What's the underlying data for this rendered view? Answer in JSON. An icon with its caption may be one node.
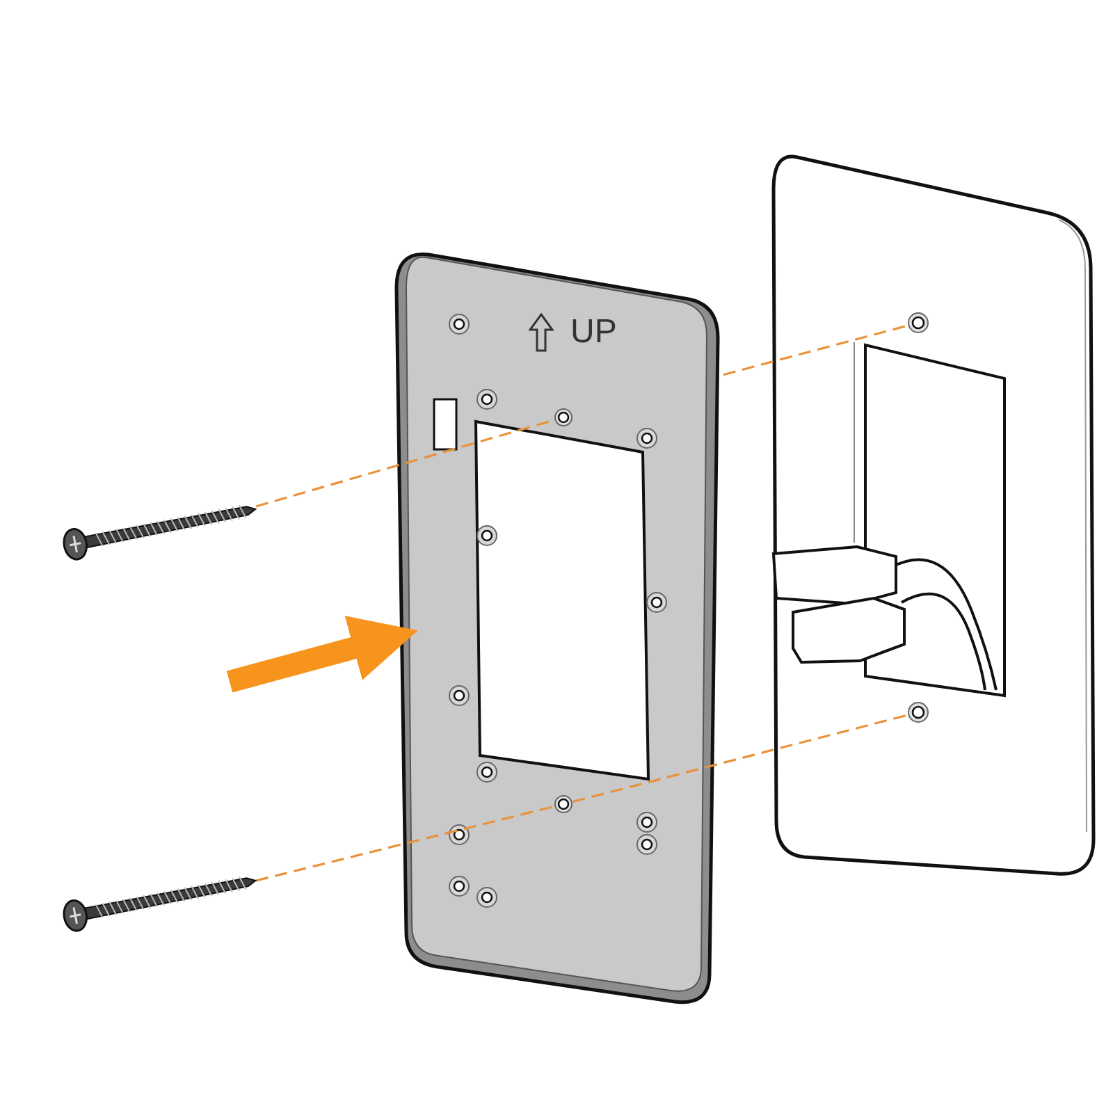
{
  "diagram": {
    "nodes": [
      {
        "text": [],
        "shape": "picture"
      },
      {
        "text": [],
        "shape": "picture"
      },
      {
        "text": [
          "UP"
        ]
      },
      {
        "text": [],
        "shape": "circle",
        "in": 2
      },
      {
        "text": [],
        "shape": "circle",
        "in": 2
      },
      {
        "text": [],
        "shape": "picture"
      },
      {
        "text": [],
        "shape": "circle",
        "in": 5
      },
      {
        "text": [],
        "shape": "circle",
        "in": 5
      }
    ],
    "edges": [
      {
        "from": 0,
        "to": 3,
        "arrow": "none",
        "style": "dashed"
      },
      {
        "from": 1,
        "to": 4,
        "arrow": "none",
        "style": "dashed"
      },
      {
        "from": 3,
        "to": 6,
        "arrow": "none",
        "style": "dashed"
      },
      {
        "from": 4,
        "to": 7,
        "arrow": "none",
        "style": "dashed"
      },
      {
        "from": null,
        "to": 2,
        "arrow": "to",
        "style": "thick",
        "color": "#f7941d"
      }
    ]
  }
}
